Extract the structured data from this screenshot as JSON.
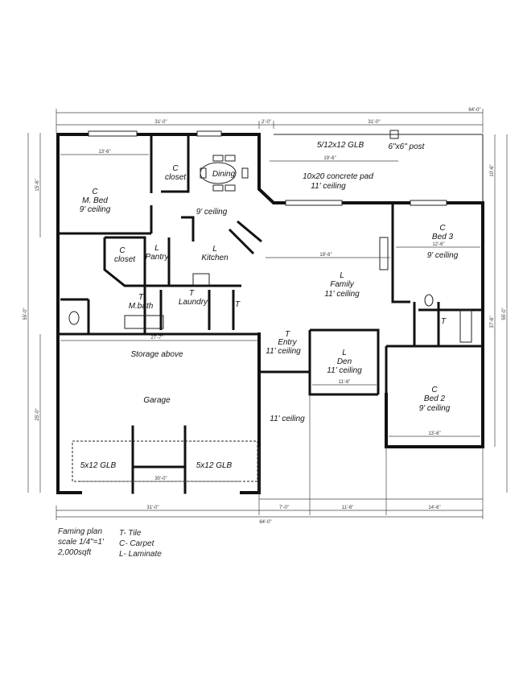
{
  "rooms": {
    "master_bed": {
      "floor": "C",
      "name": "M. Bed",
      "ceiling": "9' ceiling"
    },
    "closet1": {
      "floor": "C",
      "name": "closet"
    },
    "dining": {
      "name": "Dining"
    },
    "kitchen_area_ceiling": "9' ceiling",
    "closet2": {
      "floor": "C",
      "name": "closet"
    },
    "pantry": {
      "floor": "L",
      "name": "Pantry"
    },
    "kitchen": {
      "floor": "L",
      "name": "Kitchen"
    },
    "mbath": {
      "floor": "T",
      "name": "M.bath"
    },
    "laundry": {
      "floor": "T",
      "name": "Laundry"
    },
    "hall_bath": {
      "floor": "T"
    },
    "patio": {
      "beam": "5/12x12 GLB",
      "post": "6\"x6\" post",
      "pad": "10x20 concrete pad",
      "ceiling": "11' ceiling"
    },
    "bed3": {
      "floor": "C",
      "name": "Bed 3",
      "ceiling": "9' ceiling"
    },
    "family": {
      "floor": "L",
      "name": "Family",
      "ceiling": "11' ceiling"
    },
    "bath2": {
      "floor": "T"
    },
    "entry": {
      "floor": "T",
      "name": "Entry",
      "ceiling": "11' ceiling"
    },
    "den": {
      "floor": "L",
      "name": "Den",
      "ceiling": "11' ceiling"
    },
    "bed2": {
      "floor": "C",
      "name": "Bed 2",
      "ceiling": "9' ceiling"
    },
    "porch_ceiling": "11' ceiling",
    "garage": {
      "storage": "Storage above",
      "name": "Garage",
      "beam_left": "5x12 GLB",
      "beam_right": "5x12 GLB"
    }
  },
  "dimensions": {
    "top_total": "64'-0\"",
    "top_left": "31'-0\"",
    "top_mid": "2'-0\"",
    "top_right": "31'-0\"",
    "bottom_left": "31'-0\"",
    "bottom_b": "7'-0\"",
    "bottom_c": "11'-6\"",
    "bottom_d": "14'-6\"",
    "bottom_total": "64'-0\"",
    "left_total": "55'-0\"",
    "left_upper": "15'-6\"",
    "left_lower": "25'-0\"",
    "right_upper": "10'-6\"",
    "right_mid": "37'-6\"",
    "right_total": "55'-0\"",
    "mbed_width": "13'-6\"",
    "garage_width": "27'-7\"",
    "garage_door": "30'-0\"",
    "patio_len": "19'-6\"",
    "family_w": "19'-6\"",
    "bed3_w": "12'-6\"",
    "bed2_w": "13'-6\"",
    "den_w": "11'-6\""
  },
  "legend": {
    "title": "Faming plan",
    "scale": "scale 1/4\"=1'",
    "area": "2,000sqft",
    "tile": "T- Tile",
    "carpet": "C- Carpet",
    "laminate": "L- Laminate"
  }
}
